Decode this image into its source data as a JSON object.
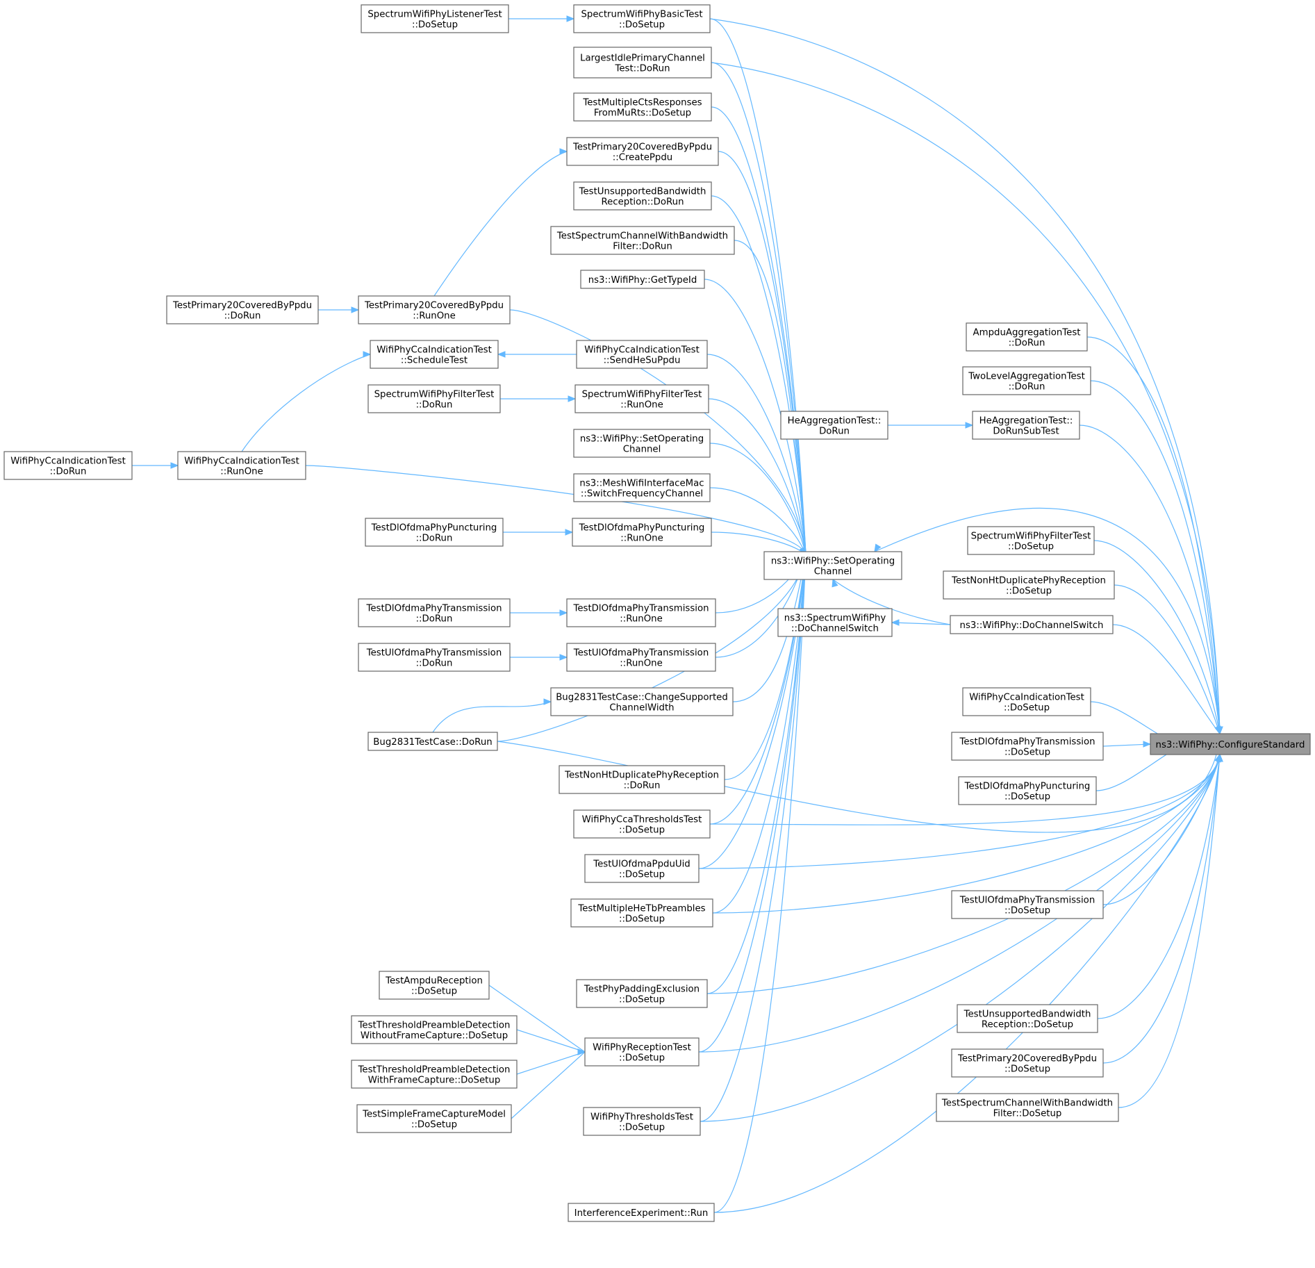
{
  "graph": {
    "root": "ns3::WifiPhy::ConfigureStandard",
    "nodes": [
      {
        "id": "root",
        "lines": [
          "ns3::WifiPhy::ConfigureStandard"
        ]
      },
      {
        "id": "spectrumListenerDoSetup",
        "lines": [
          "SpectrumWifiPhyListenerTest",
          "::DoSetup"
        ]
      },
      {
        "id": "spectrumBasicDoSetup",
        "lines": [
          "SpectrumWifiPhyBasicTest",
          "::DoSetup"
        ]
      },
      {
        "id": "largestIdle",
        "lines": [
          "LargestIdlePrimaryChannel",
          "Test::DoRun"
        ]
      },
      {
        "id": "multiCts",
        "lines": [
          "TestMultipleCtsResponses",
          "FromMuRts::DoSetup"
        ]
      },
      {
        "id": "p20CreatePpdu",
        "lines": [
          "TestPrimary20CoveredByPpdu",
          "::CreatePpdu"
        ]
      },
      {
        "id": "unsupBwDoRun",
        "lines": [
          "TestUnsupportedBandwidth",
          "Reception::DoRun"
        ]
      },
      {
        "id": "specChanBwDoRun",
        "lines": [
          "TestSpectrumChannelWithBandwidth",
          "Filter::DoRun"
        ]
      },
      {
        "id": "getTypeId",
        "lines": [
          "ns3::WifiPhy::GetTypeId"
        ]
      },
      {
        "id": "p20DoRun",
        "lines": [
          "TestPrimary20CoveredByPpdu",
          "::DoRun"
        ]
      },
      {
        "id": "p20RunOne",
        "lines": [
          "TestPrimary20CoveredByPpdu",
          "::RunOne"
        ]
      },
      {
        "id": "ccaSchedule",
        "lines": [
          "WifiPhyCcaIndicationTest",
          "::ScheduleTest"
        ]
      },
      {
        "id": "ccaSendHeSu",
        "lines": [
          "WifiPhyCcaIndicationTest",
          "::SendHeSuPpdu"
        ]
      },
      {
        "id": "filterDoRun",
        "lines": [
          "SpectrumWifiPhyFilterTest",
          "::DoRun"
        ]
      },
      {
        "id": "filterRunOne",
        "lines": [
          "SpectrumWifiPhyFilterTest",
          "::RunOne"
        ]
      },
      {
        "id": "ccaDoRun",
        "lines": [
          "WifiPhyCcaIndicationTest",
          "::DoRun"
        ]
      },
      {
        "id": "ccaRunOne",
        "lines": [
          "WifiPhyCcaIndicationTest",
          "::RunOne"
        ]
      },
      {
        "id": "setOpChanLeft",
        "lines": [
          "ns3::WifiPhy::SetOperating",
          "Channel"
        ]
      },
      {
        "id": "meshSwitch",
        "lines": [
          "ns3::MeshWifiInterfaceMac",
          "::SwitchFrequencyChannel"
        ]
      },
      {
        "id": "dlPunctDoRun",
        "lines": [
          "TestDlOfdmaPhyPuncturing",
          "::DoRun"
        ]
      },
      {
        "id": "dlPunctRunOne",
        "lines": [
          "TestDlOfdmaPhyPuncturing",
          "::RunOne"
        ]
      },
      {
        "id": "setOpChanCenter",
        "lines": [
          "ns3::WifiPhy::SetOperating",
          "Channel"
        ]
      },
      {
        "id": "dlTxDoRun",
        "lines": [
          "TestDlOfdmaPhyTransmission",
          "::DoRun"
        ]
      },
      {
        "id": "dlTxRunOne",
        "lines": [
          "TestDlOfdmaPhyTransmission",
          "::RunOne"
        ]
      },
      {
        "id": "ulTxDoRun",
        "lines": [
          "TestUlOfdmaPhyTransmission",
          "::DoRun"
        ]
      },
      {
        "id": "ulTxRunOne",
        "lines": [
          "TestUlOfdmaPhyTransmission",
          "::RunOne"
        ]
      },
      {
        "id": "bugChange",
        "lines": [
          "Bug2831TestCase::ChangeSupported",
          "ChannelWidth"
        ]
      },
      {
        "id": "bugDoRun",
        "lines": [
          "Bug2831TestCase::DoRun"
        ]
      },
      {
        "id": "nonHtDoRun",
        "lines": [
          "TestNonHtDuplicatePhyReception",
          "::DoRun"
        ]
      },
      {
        "id": "ccaThreshDoSetup",
        "lines": [
          "WifiPhyCcaThresholdsTest",
          "::DoSetup"
        ]
      },
      {
        "id": "ulPpduUid",
        "lines": [
          "TestUlOfdmaPpduUid",
          "::DoSetup"
        ]
      },
      {
        "id": "multiHeTb",
        "lines": [
          "TestMultipleHeTbPreambles",
          "::DoSetup"
        ]
      },
      {
        "id": "ampduRecep",
        "lines": [
          "TestAmpduReception",
          "::DoSetup"
        ]
      },
      {
        "id": "padding",
        "lines": [
          "TestPhyPaddingExclusion",
          "::DoSetup"
        ]
      },
      {
        "id": "threshNoCap",
        "lines": [
          "TestThresholdPreambleDetection",
          "WithoutFrameCapture::DoSetup"
        ]
      },
      {
        "id": "recepDoSetup",
        "lines": [
          "WifiPhyReceptionTest",
          "::DoSetup"
        ]
      },
      {
        "id": "threshCap",
        "lines": [
          "TestThresholdPreambleDetection",
          "WithFrameCapture::DoSetup"
        ]
      },
      {
        "id": "simpleCap",
        "lines": [
          "TestSimpleFrameCaptureModel",
          "::DoSetup"
        ]
      },
      {
        "id": "thresholdsDoSetup",
        "lines": [
          "WifiPhyThresholdsTest",
          "::DoSetup"
        ]
      },
      {
        "id": "interference",
        "lines": [
          "InterferenceExperiment::Run"
        ]
      },
      {
        "id": "ampduAgg",
        "lines": [
          "AmpduAggregationTest",
          "::DoRun"
        ]
      },
      {
        "id": "twoLevelAgg",
        "lines": [
          "TwoLevelAggregationTest",
          "::DoRun"
        ]
      },
      {
        "id": "heAggDoRun",
        "lines": [
          "HeAggregationTest::",
          "DoRun"
        ]
      },
      {
        "id": "heAggSub",
        "lines": [
          "HeAggregationTest::",
          "DoRunSubTest"
        ]
      },
      {
        "id": "filterDoSetup",
        "lines": [
          "SpectrumWifiPhyFilterTest",
          "::DoSetup"
        ]
      },
      {
        "id": "nonHtDoSetup",
        "lines": [
          "TestNonHtDuplicatePhyReception",
          "::DoSetup"
        ]
      },
      {
        "id": "spectrumDoChanSwitch",
        "lines": [
          "ns3::SpectrumWifiPhy",
          "::DoChannelSwitch"
        ]
      },
      {
        "id": "doChanSwitch",
        "lines": [
          "ns3::WifiPhy::DoChannelSwitch"
        ]
      },
      {
        "id": "ccaIndDoSetup",
        "lines": [
          "WifiPhyCcaIndicationTest",
          "::DoSetup"
        ]
      },
      {
        "id": "dlTxDoSetup",
        "lines": [
          "TestDlOfdmaPhyTransmission",
          "::DoSetup"
        ]
      },
      {
        "id": "dlPunctDoSetup",
        "lines": [
          "TestDlOfdmaPhyPuncturing",
          "::DoSetup"
        ]
      },
      {
        "id": "ulTxDoSetup",
        "lines": [
          "TestUlOfdmaPhyTransmission",
          "::DoSetup"
        ]
      },
      {
        "id": "unsupBwDoSetup",
        "lines": [
          "TestUnsupportedBandwidth",
          "Reception::DoSetup"
        ]
      },
      {
        "id": "p20DoSetup",
        "lines": [
          "TestPrimary20CoveredByPpdu",
          "::DoSetup"
        ]
      },
      {
        "id": "specChanBwDoSetup",
        "lines": [
          "TestSpectrumChannelWithBandwidth",
          "Filter::DoSetup"
        ]
      }
    ]
  }
}
